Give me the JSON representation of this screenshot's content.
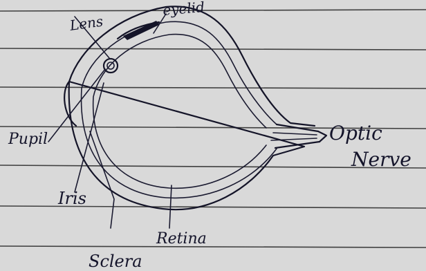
{
  "paper": {
    "background": "#d9d9d9",
    "rule_color": "#3f3f3f",
    "ink_color": "#141428"
  },
  "labels": {
    "lens": "Lens",
    "eyelid": "eyelid",
    "pupil": "Pupil",
    "iris": "Iris",
    "sclera": "Sclera",
    "retina": "Retina",
    "optic_nerve_line1": "Optic",
    "optic_nerve_line2": "Nerve"
  }
}
